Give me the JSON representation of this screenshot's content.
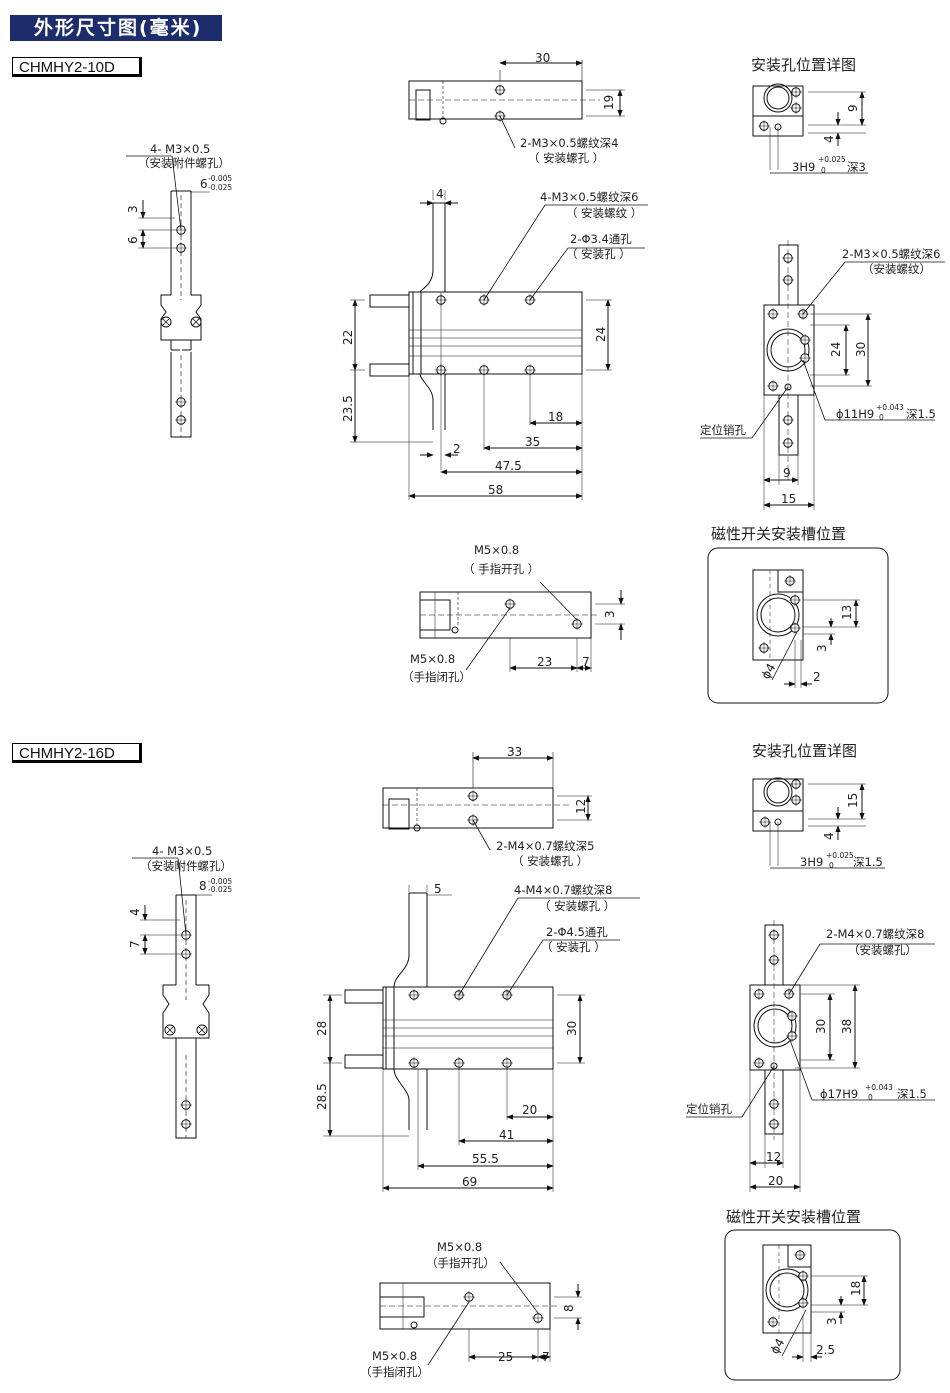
{
  "title": "外形尺寸图(毫米)",
  "sections": [
    {
      "model": "CHMHY2-10D",
      "side_view": {
        "callout": "4- M3×0.5",
        "callout_sub": "（安装附件螺孔）",
        "dim_6": "6",
        "dim_6_tol_upper": "-0.005",
        "dim_6_tol_lower": "-0.025",
        "dim_3": "3",
        "dim_6b": "6"
      },
      "top_view": {
        "dim_30": "30",
        "dim_19": "19",
        "callout": "2-M3×0.5螺纹深4",
        "callout_sub": "（ 安装螺孔 ）"
      },
      "front_view": {
        "dim_4": "4",
        "callout1": "4-M3×0.5螺纹深6",
        "callout1_sub": "（ 安装螺纹 ）",
        "callout2": "2-Φ3.4通孔",
        "callout2_sub": "（ 安装孔 ）",
        "dim_22": "22",
        "dim_24": "24",
        "dim_23_5": "23.5",
        "dim_18": "18",
        "dim_2": "2",
        "dim_35": "35",
        "dim_47_5": "47.5",
        "dim_58": "58"
      },
      "bottom_view": {
        "callout_open": "M5×0.8",
        "callout_open_sub": "（ 手指开孔 ）",
        "callout_close": "M5×0.8",
        "callout_close_sub": "（手指闭孔）",
        "dim_3": "3",
        "dim_23": "23",
        "dim_7": "7"
      },
      "detail_title": "安装孔位置详图",
      "detail": {
        "dim_9": "9",
        "dim_4": "4",
        "hole": "3H9",
        "hole_tol_upper": "+0.025",
        "hole_tol_lower": "0",
        "hole_depth": "深3"
      },
      "end_view": {
        "callout": "2-M3×0.5螺纹深6",
        "callout_sub": "（安装螺纹）",
        "dim_24": "24",
        "dim_30": "30",
        "pin_label": "定位销孔",
        "bore": "ϕ11H9",
        "bore_tol_upper": "+0.043",
        "bore_tol_lower": "0",
        "bore_depth": "深1.5",
        "dim_9": "9",
        "dim_15": "15"
      },
      "switch_title": "磁性开关安装槽位置",
      "switch": {
        "dim_13": "13",
        "dim_3": "3",
        "dim_phi4": "ϕ4",
        "dim_2": "2"
      }
    },
    {
      "model": "CHMHY2-16D",
      "side_view": {
        "callout": "4- M3×0.5",
        "callout_sub": "（安装附件螺孔）",
        "dim_8": "8",
        "dim_8_tol_upper": "-0.005",
        "dim_8_tol_lower": "-0.025",
        "dim_4": "4",
        "dim_7": "7"
      },
      "top_view": {
        "dim_33": "33",
        "dim_12": "12",
        "callout": "2-M4×0.7螺纹深5",
        "callout_sub": "（ 安装螺孔 ）"
      },
      "front_view": {
        "dim_5": "5",
        "callout1": "4-M4×0.7螺纹深8",
        "callout1_sub": "（ 安装螺孔 ）",
        "callout2": "2-Φ4.5通孔",
        "callout2_sub": "（ 安装孔 ）",
        "dim_28": "28",
        "dim_30": "30",
        "dim_28_5": "28.5",
        "dim_20": "20",
        "dim_41": "41",
        "dim_55_5": "55.5",
        "dim_69": "69"
      },
      "bottom_view": {
        "callout_open": "M5×0.8",
        "callout_open_sub": "（手指开孔）",
        "callout_close": "M5×0.8",
        "callout_close_sub": "（手指闭孔）",
        "dim_8": "8",
        "dim_25": "25",
        "dim_7": "7"
      },
      "detail_title": "安装孔位置详图",
      "detail": {
        "dim_15": "15",
        "dim_4": "4",
        "hole": "3H9",
        "hole_tol_upper": "+0.025",
        "hole_tol_lower": "0",
        "hole_depth": "深1.5"
      },
      "end_view": {
        "callout": "2-M4×0.7螺纹深8",
        "callout_sub": "（安装螺孔）",
        "dim_30": "30",
        "dim_38": "38",
        "pin_label": "定位销孔",
        "bore": "ϕ17H9",
        "bore_tol_upper": "+0.043",
        "bore_tol_lower": "0",
        "bore_depth": "深1.5",
        "dim_12": "12",
        "dim_20": "20"
      },
      "switch_title": "磁性开关安装槽位置",
      "switch": {
        "dim_18": "18",
        "dim_3": "3",
        "dim_phi4": "ϕ4",
        "dim_2_5": "2.5"
      }
    }
  ]
}
